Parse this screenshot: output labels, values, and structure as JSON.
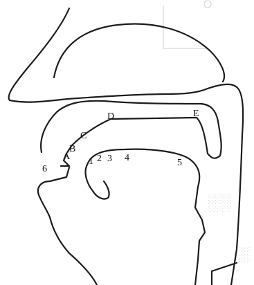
{
  "diagram": {
    "labels": {
      "A": "A",
      "B": "B",
      "C": "C",
      "D": "D",
      "E": "E",
      "n1": "1",
      "n2": "2",
      "n3": "3",
      "n4": "4",
      "n5": "5",
      "n6": "6"
    },
    "colors": {
      "line": "#1c1c1c",
      "background": "#ffffff",
      "bleed_through": "#d6d6d6"
    }
  }
}
